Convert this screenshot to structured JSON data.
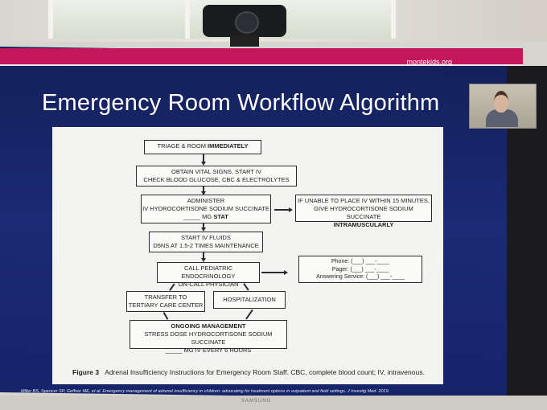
{
  "slide": {
    "brand_url": "montekids.org",
    "title": "Emergency Room Workflow Algorithm",
    "figure": {
      "boxes": {
        "triage": [
          "TRIAGE & ROOM ",
          "IMMEDIATELY"
        ],
        "vitals": [
          "OBTAIN VITAL SIGNS, START IV",
          "CHECK BLOOD GLUCOSE, CBC & ELECTROLYTES"
        ],
        "administer": [
          "ADMINISTER",
          "IV HYDROCORTISONE SODIUM SUCCINATE",
          "_____ MG ",
          "STAT"
        ],
        "im": [
          "IF UNABLE TO PLACE IV WITHIN 15 MINUTES,",
          "GIVE  HYDROCORTISONE SODIUM SUCCINATE",
          "INTRAMUSCULARLY"
        ],
        "fluids": [
          "START IV FLUIDS",
          "D5NS AT 1.5-2 TIMES MAINTENANCE"
        ],
        "endo": [
          "CALL PEDIATRIC ENDOCRINOLOGY",
          "ON-CALL PHYSICIAN"
        ],
        "contact": [
          "Phone: (___) ___-____",
          "Pager: (___) ___-____",
          "Answering Service: (___) ___-____"
        ],
        "transfer": [
          "TRANSFER TO",
          "TERTIARY CARE CENTER"
        ],
        "hospital": [
          "HOSPITALIZATION"
        ],
        "ongoing": [
          "ONGOING MANAGEMENT",
          "STRESS DOSE HYDROCORTISONE SODIUM SUCCINATE",
          "_____ MG IV EVERY 6 HOURS"
        ]
      },
      "caption_label": "Figure 3",
      "caption_text": "Adrenal Insufficiency Instructions for Emergency Room Staff. CBC, complete blood count; IV, intravenous."
    },
    "citation": "Miller BS, Spencer SP, Geffner ME, et al. Emergency management of adrenal insufficiency in children: advocating for treatment options in outpatient and field settings. J Investig Med. 2019."
  },
  "monitor": {
    "brand": "SAMSUNG"
  },
  "colors": {
    "slide_bg": "#1a2a74",
    "accent_bar": "#c2185b",
    "figure_bg": "#f3f3f1"
  }
}
